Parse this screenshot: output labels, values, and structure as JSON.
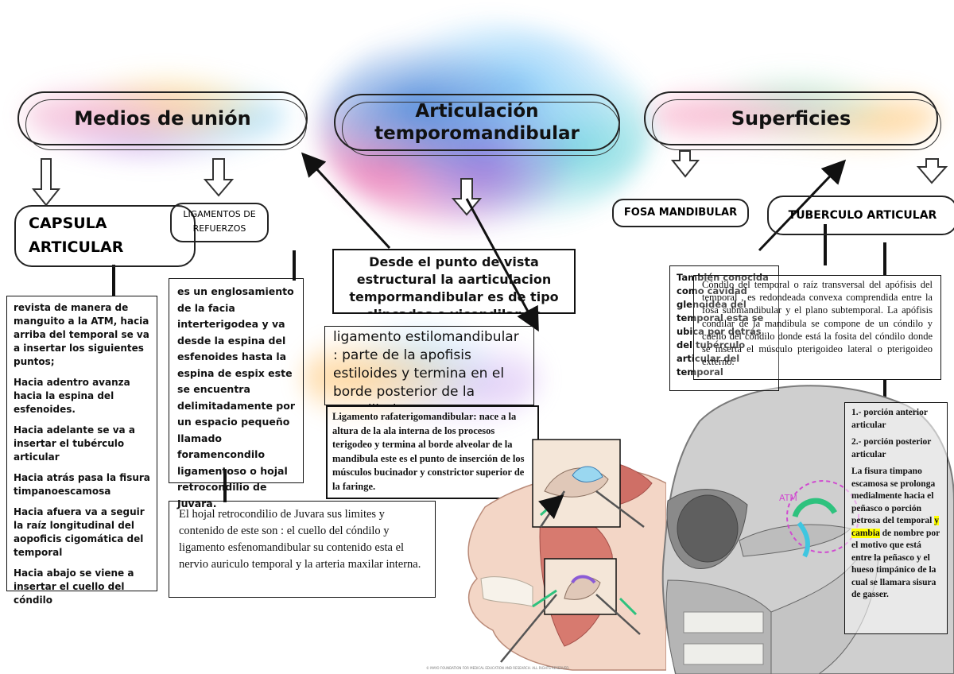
{
  "titles": {
    "medios": "Medios de unión",
    "articulacion": "Articulación temporomandibular",
    "superficies": "Superficies"
  },
  "nodes": {
    "capsula": "CAPSULA ARTICULAR",
    "ligamentos": "LIGAMENTOS DE REFUERZOS",
    "fosa": "FOSA MANDIBULAR",
    "tuberculo": "TUBERCULO ARTICULAR"
  },
  "capsula_text": [
    "revista de manera de manguito a la ATM, hacia arriba del temporal se va a insertar los siguientes puntos;",
    "Hacia adentro avanza hacia la espina del esfenoides.",
    "Hacia adelante se va a insertar el tubérculo articular",
    "Hacia atrás pasa la fisura timpanoescamosa",
    "Hacia afuera va a seguir la raíz longitudinal del aopoficis cigomática del temporal",
    "Hacia abajo se viene a insertar el cuello del cóndilo"
  ],
  "englosamiento_text": "es un englosamiento de la facia interterigodea y va desde la espina del esfenoides hasta la espina de espix este se encuentra delimitadamente por un espacio pequeño llamado foramencondilo ligamentoso o hojal retrocondilio de Juvara.",
  "juvara_text": "El hojal retrocondilio de Juvara sus limites y contenido de este son : el cuello del cóndilo y ligamento esfenomandibular su contenido esta el nervio auriculo temporal y la arteria maxilar interna.",
  "estructural_text": "Desde  el punto de vista estructural la aarticulacion tempormandibular es de tipo clipcadas o vicondilar ya",
  "estilomandibular_text": "ligamento estilomandibular : parte de la apofisis estiloides y termina en el borde posterior de la mandibula",
  "rafaterigo_text": "Ligamento rafaterigomandibular: nace a la altura de la ala interna de los procesos terigodeo y termina al borde alveolar de la mandibula este es el punto de inserción de los músculos bucinador y constrictor superior de la faringe.",
  "fosa_text": "También conocida como cavidad glenoidea del temporal esta se ubica por detrás del tubérculo articular del temporal",
  "condilo_text": "Cóndilo del temporal o raíz transversal del apófisis del temporal , es redondeada convexa comprendida entre la fosa submandibular y el plano subtemporal. La apófisis condilar de la mandibula se compone de un cóndilo y cuello del cóndilo donde está la fosita del cóndilo donde se inserta el músculo pterigoideo lateral o pterigoideo externo.",
  "porciones": {
    "p1": "1.- porción anterior articular",
    "p2": "2.- porción posterior articular",
    "fisura_a": "La fisura timpano escamosa se prolonga medialmente hacia el peñasco o porción petrosa del temporal",
    "highlight": "y cambia",
    "fisura_b": "de nombre por el motivo que está entre la peñasco y el hueso timpánico de la cual se llamara sisura de gasser."
  },
  "caption": "© MAYO FOUNDATION FOR MEDICAL EDUCATION AND RESEARCH. ALL RIGHTS RESERVED.",
  "skull_label": "ATM",
  "colors": {
    "accent_pink": "#d04bd0",
    "highlight": "#ffff00",
    "green": "#2ec27e",
    "cyan": "#3fc6e0"
  }
}
